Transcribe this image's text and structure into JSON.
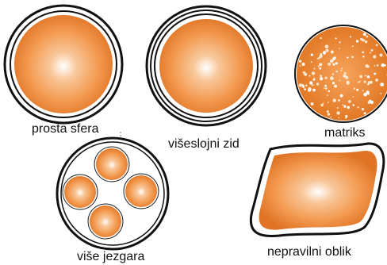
{
  "diagram": {
    "labels": {
      "simple_sphere": "prosta sfera",
      "multilayer_wall": "višeslojni zid",
      "matrix": "matriks",
      "multiple_cores": "više jezgara",
      "irregular_shape": "nepravilni oblik"
    },
    "colors": {
      "core_highlight": "#ffffff",
      "core_light": "#f8c79a",
      "core_mid": "#f39a50",
      "core_dark": "#e07324",
      "wall": "#111111",
      "background": "#ffffff"
    }
  }
}
